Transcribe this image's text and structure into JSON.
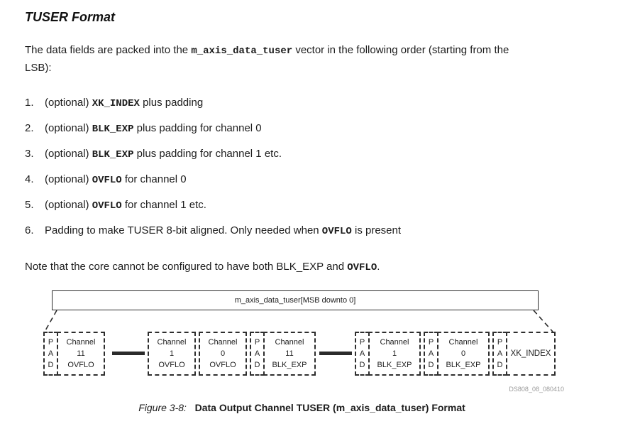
{
  "colors": {
    "text": "#1c1c1c",
    "diagram_line": "#2b2b2b",
    "watermark": "#9a9a9a",
    "background": "#ffffff"
  },
  "heading": "TUSER Format",
  "intro": {
    "before": "The data fields are packed into the ",
    "code": "m_axis_data_tuser",
    "after": " vector in the following order (starting from the LSB):"
  },
  "list": [
    {
      "num": "1.",
      "pre": "(optional) ",
      "code": "XK_INDEX",
      "post": " plus padding"
    },
    {
      "num": "2.",
      "pre": "(optional) ",
      "code": "BLK_EXP",
      "post": " plus padding for channel 0"
    },
    {
      "num": "3.",
      "pre": "(optional) ",
      "code": "BLK_EXP",
      "post": " plus padding for channel 1 etc."
    },
    {
      "num": "4.",
      "pre": "(optional) ",
      "code": "OVFLO",
      "post": " for channel 0"
    },
    {
      "num": "5.",
      "pre": "(optional) ",
      "code": "OVFLO",
      "post": " for channel 1 etc."
    },
    {
      "num": "6.",
      "pre": "Padding to make TUSER 8-bit aligned. Only needed when ",
      "code": "OVFLO",
      "post": " is present"
    }
  ],
  "note": {
    "before": "Note that the core cannot be configured to have both BLK_EXP and ",
    "code": "OVFLO",
    "after": "."
  },
  "figure": {
    "bus_label": "m_axis_data_tuser[MSB downto 0]",
    "pad_letters": [
      "P",
      "A",
      "D"
    ],
    "boxes": [
      {
        "id": "ch11_ovflo",
        "lines": [
          "Channel",
          "11",
          "OVFLO"
        ]
      },
      {
        "id": "ch1_ovflo",
        "lines": [
          "Channel",
          "1",
          "OVFLO"
        ]
      },
      {
        "id": "ch0_ovflo",
        "lines": [
          "Channel",
          "0",
          "OVFLO"
        ]
      },
      {
        "id": "ch11_blkexp",
        "lines": [
          "Channel",
          "11",
          "BLK_EXP"
        ]
      },
      {
        "id": "ch1_blkexp",
        "lines": [
          "Channel",
          "1",
          "BLK_EXP"
        ]
      },
      {
        "id": "ch0_blkexp",
        "lines": [
          "Channel",
          "0",
          "BLK_EXP"
        ]
      },
      {
        "id": "xk_index",
        "label": "XK_INDEX"
      }
    ],
    "watermark": "DS808_08_080410"
  },
  "caption": {
    "label": "Figure 3-8:",
    "title": "Data Output Channel TUSER (m_axis_data_tuser) Format"
  }
}
